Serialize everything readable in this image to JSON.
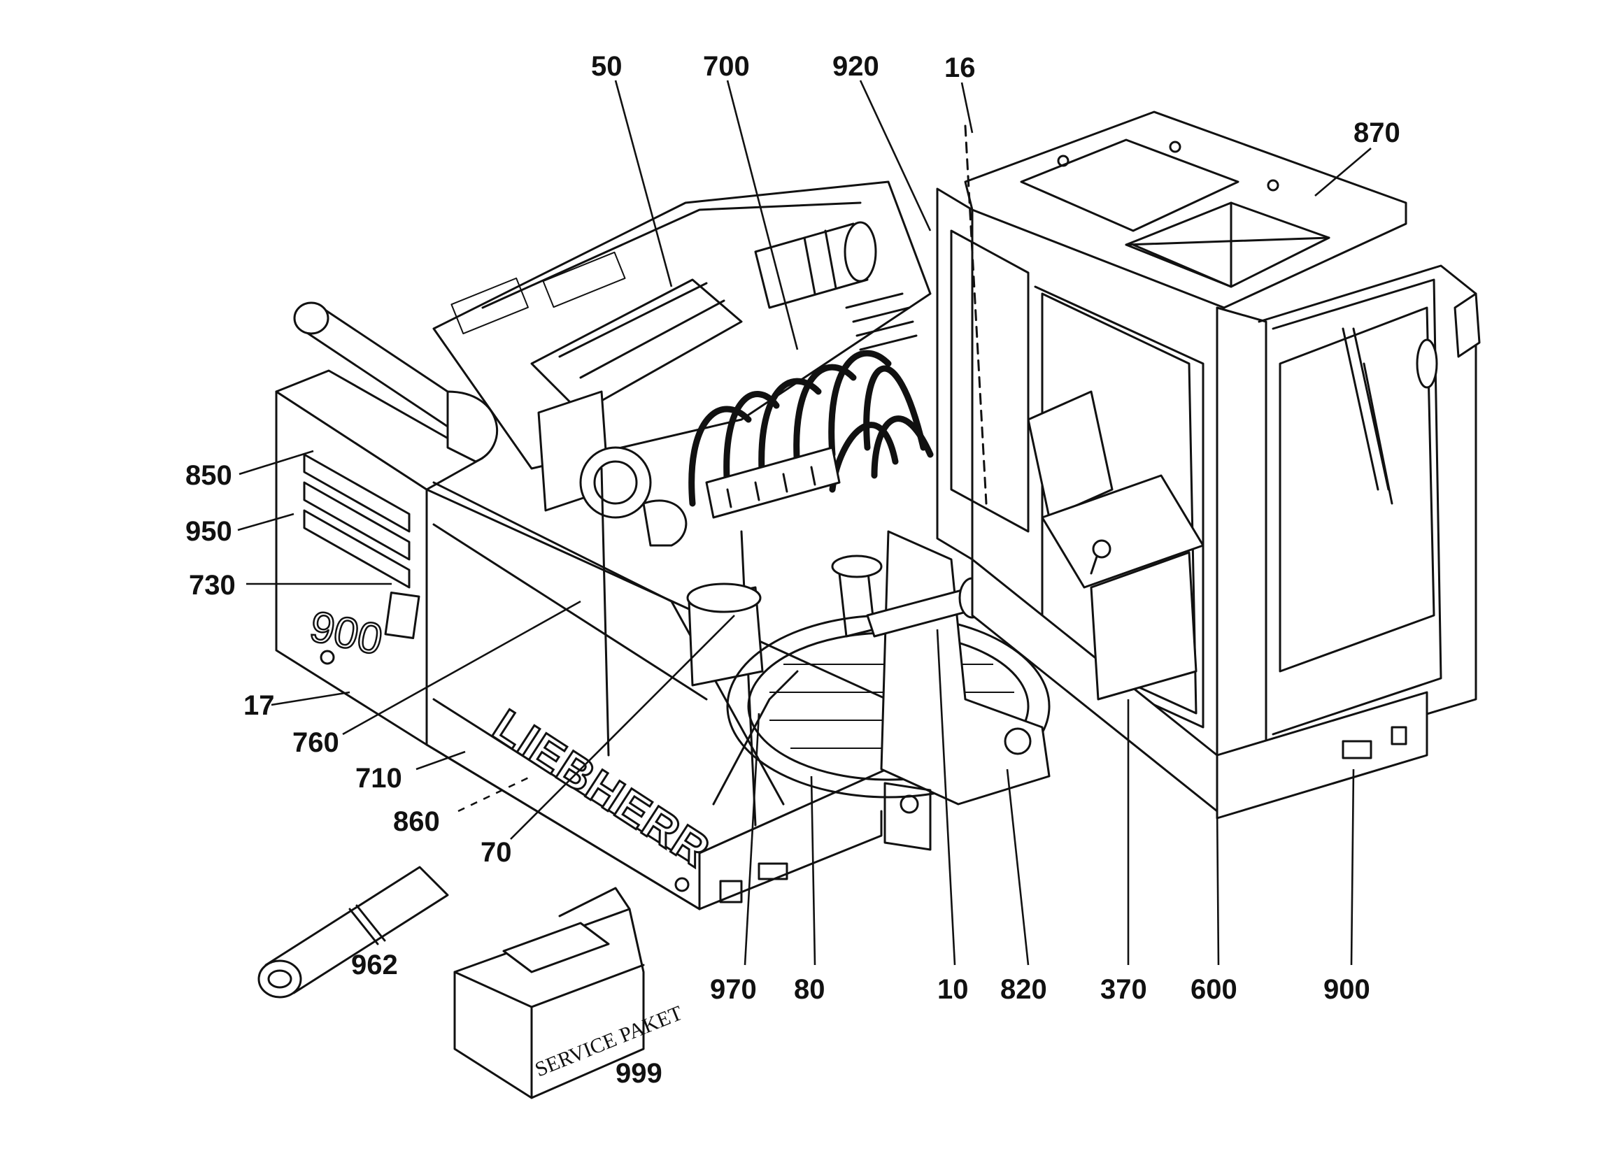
{
  "callouts": [
    {
      "id": "50",
      "text": "50"
    },
    {
      "id": "700",
      "text": "700"
    },
    {
      "id": "920",
      "text": "920"
    },
    {
      "id": "16",
      "text": "16"
    },
    {
      "id": "870",
      "text": "870"
    },
    {
      "id": "850",
      "text": "850"
    },
    {
      "id": "950",
      "text": "950"
    },
    {
      "id": "730",
      "text": "730"
    },
    {
      "id": "17",
      "text": "17"
    },
    {
      "id": "760",
      "text": "760"
    },
    {
      "id": "710",
      "text": "710"
    },
    {
      "id": "860",
      "text": "860"
    },
    {
      "id": "70",
      "text": "70"
    },
    {
      "id": "962",
      "text": "962"
    },
    {
      "id": "999",
      "text": "999"
    },
    {
      "id": "970",
      "text": "970"
    },
    {
      "id": "80",
      "text": "80"
    },
    {
      "id": "10",
      "text": "10"
    },
    {
      "id": "820",
      "text": "820"
    },
    {
      "id": "370",
      "text": "370"
    },
    {
      "id": "600",
      "text": "600"
    },
    {
      "id": "900",
      "text": "900"
    }
  ],
  "machine": {
    "brand_text": "LIEBHERR",
    "model_text": "900"
  },
  "service_box": {
    "label": "SERVICE PAKET"
  }
}
